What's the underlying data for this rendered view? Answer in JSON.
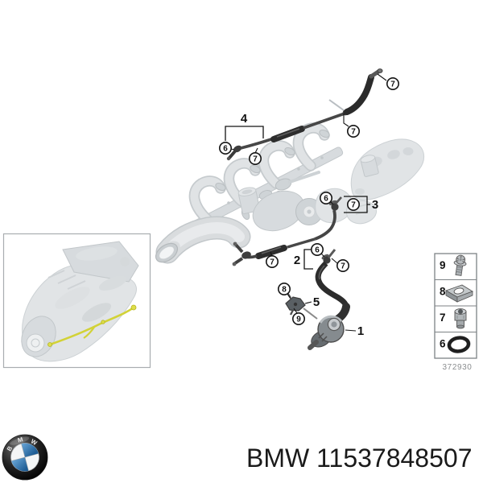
{
  "footer": {
    "brand": "BMW",
    "part_number": "11537848507",
    "logo_letters": {
      "b": "B",
      "m": "M",
      "w": "W"
    }
  },
  "diagram": {
    "number": "372930",
    "groups": {
      "pump": "1",
      "return_line": "2",
      "feed_line": "3",
      "vent_line": "4",
      "bracket": "5"
    },
    "callouts": {
      "hose4_top": "7",
      "hose4_junction": "7",
      "line4_oring": "6",
      "line4_screw": "7",
      "line3_oring": "6",
      "line3_screw": "7",
      "line2_sleeve_screw": "7",
      "line2_oring": "6",
      "line2_screw": "7",
      "bracket_bolt_upper": "8",
      "bracket_bolt_lower": "9"
    },
    "legend": {
      "items": [
        {
          "number": "9",
          "icon": "flange-bolt"
        },
        {
          "number": "8",
          "icon": "clip-nut"
        },
        {
          "number": "7",
          "icon": "screw-plug"
        },
        {
          "number": "6",
          "icon": "o-ring"
        }
      ]
    },
    "colors": {
      "highlight_yellow": "#d2d237",
      "faded_part_gray": "#dfe2e4",
      "line_dark": "#2d2d2d"
    }
  }
}
